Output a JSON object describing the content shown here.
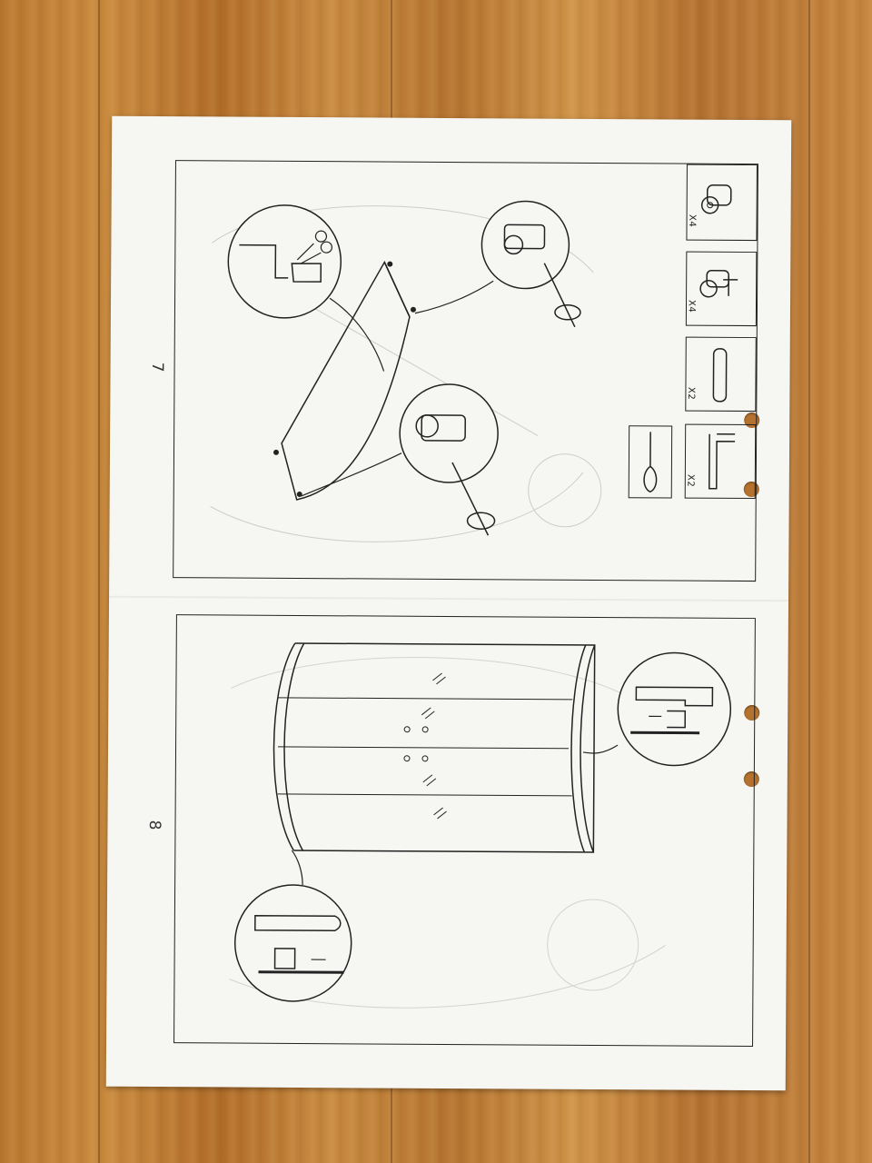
{
  "photo": {
    "description_labels": {
      "page_number_top": "7",
      "page_number_bottom": "8"
    },
    "parts": [
      {
        "icon": "hinge-plate-icon",
        "quantity": "X4"
      },
      {
        "icon": "hinge-arm-icon",
        "quantity": "X4"
      },
      {
        "icon": "cover-strip-icon",
        "quantity": "X2"
      },
      {
        "icon": "corner-profile-icon",
        "quantity": "X2"
      }
    ],
    "tool": "screwdriver-icon",
    "colors": {
      "wood": "#c0803a",
      "paper": "#f6f6f3",
      "ink": "#222222"
    }
  }
}
